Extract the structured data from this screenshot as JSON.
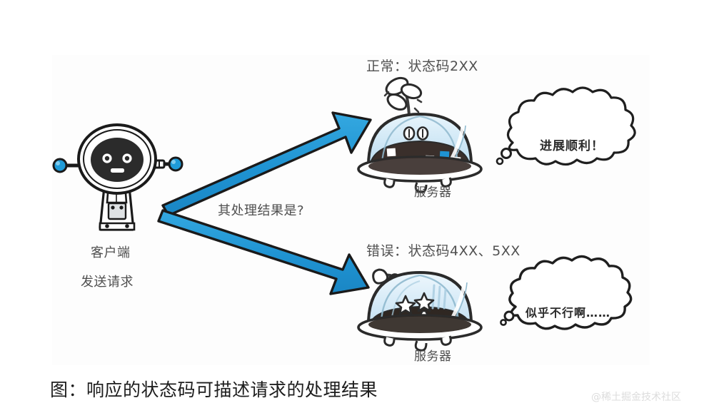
{
  "figure": {
    "caption": "图：响应的状态码可描述请求的处理结果",
    "watermark": "@稀土掘金技术社区",
    "colors": {
      "arrow_fill": "#2196d8",
      "arrow_stroke": "#1a1a1a",
      "server_dome": "#cfe8f5",
      "server_body": "#3a2f2b",
      "window_blue": "#2196d8",
      "window_white": "#ffffff",
      "antenna_ball": "#1f9bd8",
      "text": "#4f4f4f",
      "caption_text": "#1d1d1d",
      "panel_bg": "#fdfdfd",
      "page_bg": "#ffffff"
    }
  },
  "client": {
    "name_label": "客户端",
    "action_label": "发送请求",
    "icon": "robot-icon"
  },
  "arrows": [
    {
      "id": "arrow-success",
      "direction": "up-right",
      "label": "",
      "color": "#2196d8"
    },
    {
      "id": "arrow-error",
      "direction": "down-right",
      "label": "其处理结果是?",
      "color": "#2196d8"
    }
  ],
  "arrow_question_label": "其处理结果是?",
  "branches": {
    "success": {
      "status_label": "正常：状态码2XX",
      "server_label": "服务器",
      "bubble_text": "进展顺利！",
      "server_mood": "happy",
      "server_icon": "server-dome-happy-icon",
      "bubble_icon": "cloud-bubble-icon"
    },
    "error": {
      "status_label": "错误：状态码4XX、5XX",
      "server_label": "服务器",
      "bubble_text": "似乎不行啊……",
      "server_mood": "sad",
      "server_icon": "server-dome-sad-icon",
      "bubble_icon": "cloud-bubble-icon"
    }
  }
}
